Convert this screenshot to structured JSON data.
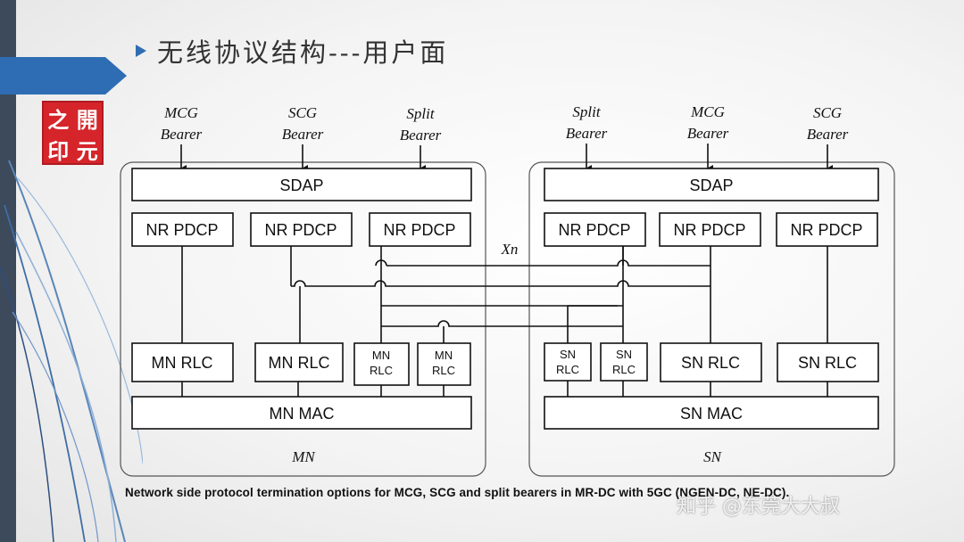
{
  "slide": {
    "title": "无线协议结构---用户面",
    "logo_chars": [
      "之",
      "開",
      "印",
      "元"
    ],
    "caption": "Network side protocol termination options for MCG, SCG and split bearers in MR-DC with 5GC (NGEN-DC, NE-DC).",
    "watermark": "知乎 @东莞大大叔"
  },
  "diagram": {
    "xn_label": "Xn",
    "mn": {
      "node_label": "MN",
      "bearers": [
        {
          "line1": "MCG",
          "line2": "Bearer"
        },
        {
          "line1": "SCG",
          "line2": "Bearer"
        },
        {
          "line1": "Split",
          "line2": "Bearer"
        }
      ],
      "sdap": "SDAP",
      "pdcp": [
        "NR PDCP",
        "NR PDCP",
        "NR PDCP"
      ],
      "rlc": [
        {
          "line1": "MN RLC"
        },
        {
          "line1": "MN RLC"
        },
        {
          "line1": "MN",
          "line2": "RLC"
        },
        {
          "line1": "MN",
          "line2": "RLC"
        }
      ],
      "mac": "MN MAC"
    },
    "sn": {
      "node_label": "SN",
      "bearers": [
        {
          "line1": "Split",
          "line2": "Bearer"
        },
        {
          "line1": "MCG",
          "line2": "Bearer"
        },
        {
          "line1": "SCG",
          "line2": "Bearer"
        }
      ],
      "sdap": "SDAP",
      "pdcp": [
        "NR PDCP",
        "NR PDCP",
        "NR PDCP"
      ],
      "rlc": [
        {
          "line1": "SN",
          "line2": "RLC"
        },
        {
          "line1": "SN",
          "line2": "RLC"
        },
        {
          "line1": "SN RLC"
        },
        {
          "line1": "SN RLC"
        }
      ],
      "mac": "SN MAC"
    }
  },
  "colors": {
    "accent_blue": "#2e6db4",
    "left_bar": "#3c4a5c",
    "logo_red": "#d5252b"
  },
  "icons": {
    "title_bullet": "triangle-bullet-icon",
    "banner": "arrow-banner-icon"
  }
}
